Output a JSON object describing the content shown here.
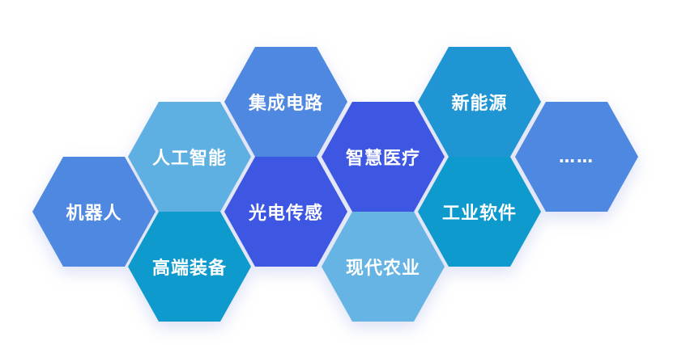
{
  "hexagons": {
    "robot": {
      "label": "机器人",
      "color": "#4F88E0"
    },
    "ai": {
      "label": "人工智能",
      "color": "#5FB0E2"
    },
    "equip": {
      "label": "高端装备",
      "color": "#0E9ACD"
    },
    "ic": {
      "label": "集成电路",
      "color": "#4F88E0"
    },
    "opto": {
      "label": "光电传感",
      "color": "#3E57E3"
    },
    "medical": {
      "label": "智慧医疗",
      "color": "#3E57E3"
    },
    "agri": {
      "label": "现代农业",
      "color": "#66B4E4"
    },
    "energy": {
      "label": "新能源",
      "color": "#1F95D3"
    },
    "software": {
      "label": "工业软件",
      "color": "#0E9ACD"
    },
    "more": {
      "label": "……",
      "color": "#4F88E0"
    }
  }
}
